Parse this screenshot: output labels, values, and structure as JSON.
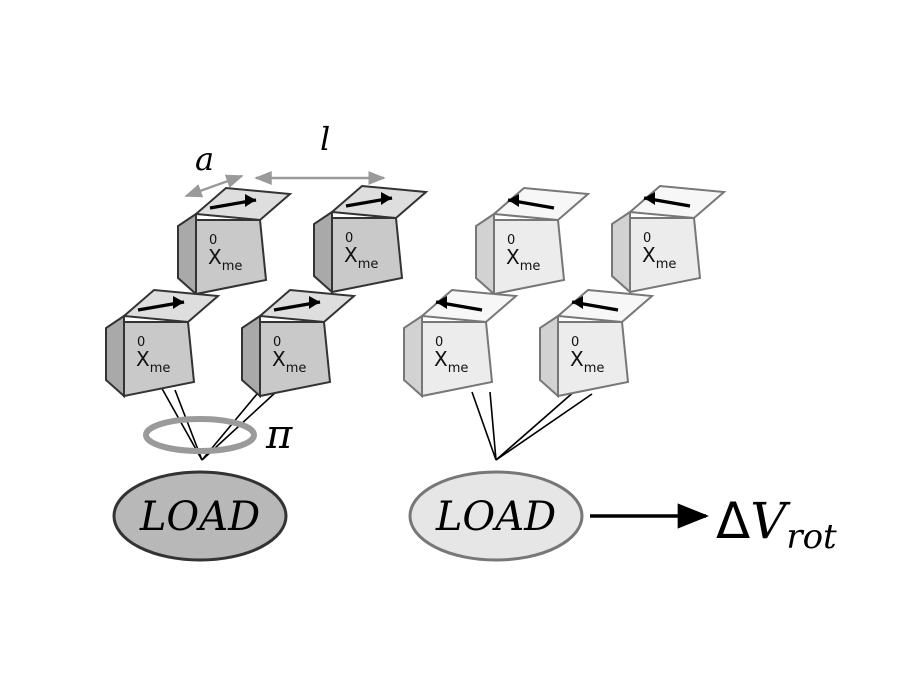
{
  "labels": {
    "a": "a",
    "l": "l",
    "pi": "π",
    "delta": "Δ",
    "v": "V",
    "rot": "rot"
  },
  "loads": {
    "left": "LOAD",
    "right": "LOAD"
  },
  "cube_label": {
    "base": "X",
    "superscript": "0",
    "subscript": "me"
  },
  "cube_arrow_directions": {
    "left_group": "right",
    "right_group": "left"
  },
  "colors": {
    "left_cube_face": "#c9c9c9",
    "left_cube_side": "#a9a9a9",
    "left_cube_top": "#dedede",
    "right_cube_face": "#ececec",
    "right_cube_side": "#d2d2d2",
    "right_cube_top": "#f7f7f7",
    "left_load_fill": "#b8b8b8",
    "right_load_fill": "#e6e6e6",
    "rotation_ring": "#9a9a9a",
    "dimension_arrow": "#9a9a9a"
  }
}
